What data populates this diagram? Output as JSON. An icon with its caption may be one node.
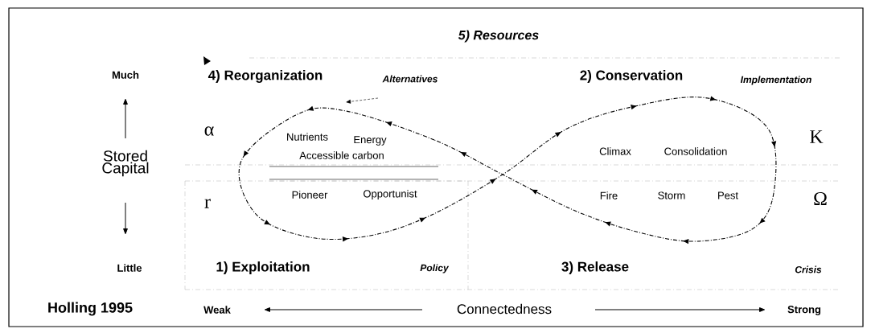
{
  "diagram": {
    "labels": [
      "5) Resources",
      "Much",
      "4) Reorganization",
      "Alternatives",
      "2) Conservation",
      "Implementation",
      "α",
      "Stored Capital",
      "K",
      "Nutrients",
      "Energy",
      "Accessible carbon",
      "Climax",
      "Consolidation",
      "r",
      "Pioneer",
      "Opportunist",
      "Fire",
      "Storm",
      "Pest",
      "Ω",
      "Little",
      "1) Exploitation",
      "Policy",
      "3) Release",
      "Crisis",
      "Holling 1995",
      "Weak",
      "Connectedness",
      "Strong"
    ]
  }
}
